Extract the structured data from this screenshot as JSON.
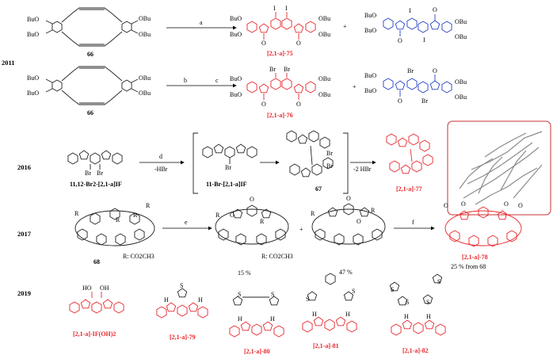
{
  "years": [
    "2011",
    "2016",
    "2017",
    "2019"
  ],
  "row2011": {
    "compound_a": "66",
    "compound_b": "66",
    "step_a": "a",
    "step_b": "b",
    "step_c": "c",
    "plus": "+",
    "product_a": "[2,1-a]-75",
    "product_b": "[2,1-a]-76",
    "sub_OBu": "OBu",
    "sub_BuO": "BuO",
    "sub_I": "I",
    "sub_Br": "Br",
    "sub_O": "O"
  },
  "row2016": {
    "start": "11,12-Br2-[2,1-a]IF",
    "step_d": "d",
    "step_d_note": "-HBr",
    "intermediate": "11-Br-[2,1-a]IF",
    "intermediate2": "67",
    "step_note": "-2 HBr",
    "product": "[2,1-a]-77",
    "sub_Br": "Br"
  },
  "row2017": {
    "start": "68",
    "start_note": "R: CO2CH3",
    "step_e": "e",
    "step_f": "f",
    "mid_note": "R: CO2CH3",
    "yield_1": "15 %",
    "yield_2": "47 %",
    "plus": "+",
    "product": "[2,1-a]-78",
    "product_yield": "25 % from 68",
    "sub_R": "R",
    "sub_O": "O"
  },
  "row2019": {
    "compounds": [
      "[2,1-a]-IF(OH)2",
      "[2,1-a]-79",
      "[2,1-a]-80",
      "[2,1-a]-81",
      "[2,1-a]-82"
    ],
    "sub_HO": "HO",
    "sub_OH": "OH",
    "sub_S": "S",
    "sub_H": "H"
  },
  "colors": {
    "product_red": "#e8252b",
    "byproduct_blue": "#2340c8",
    "frame_red": "#c83030"
  }
}
